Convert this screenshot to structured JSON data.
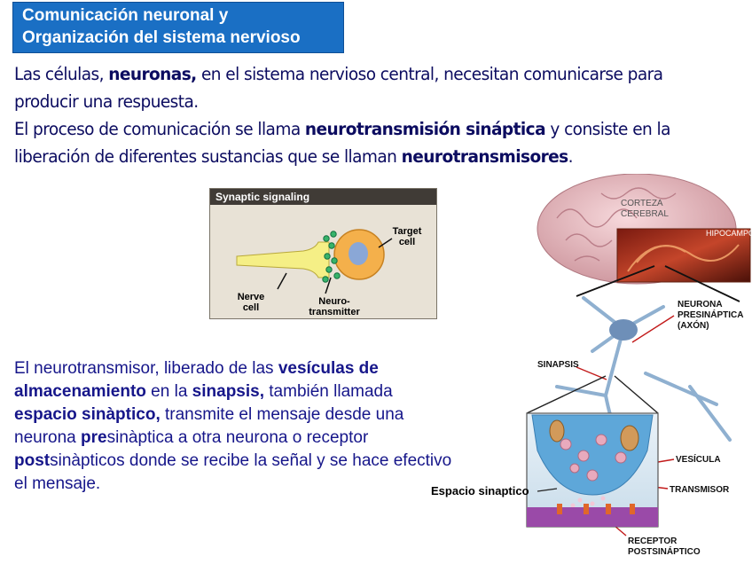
{
  "title": {
    "line1": "Comunicación neuronal y",
    "line2": "Organización del  sistema nervioso"
  },
  "intro": {
    "p1": [
      {
        "t": "Las células, ",
        "b": false
      },
      {
        "t": "neuronas,",
        "b": true
      },
      {
        "t": " en el sistema nervioso central, necesitan comunicarse para producir una respuesta.",
        "b": false
      }
    ],
    "p2": [
      {
        "t": "El proceso de comunicación se llama  ",
        "b": false
      },
      {
        "t": "neurotransmisión sináptica",
        "b": true
      },
      {
        "t": " y consiste en la liberación de diferentes sustancias que se llaman ",
        "b": false
      },
      {
        "t": "neurotransmisores",
        "b": true
      },
      {
        "t": ".",
        "b": false
      }
    ]
  },
  "para2": [
    {
      "t": "El neurotransmisor, liberado de las ",
      "b": false
    },
    {
      "t": "vesículas de almacenamiento",
      "b": true
    },
    {
      "t": " en la ",
      "b": false
    },
    {
      "t": "sinapsis,",
      "b": true
    },
    {
      "t": " también llamada ",
      "b": false
    },
    {
      "t": "espacio sinàptico,",
      "b": true
    },
    {
      "t": " transmite el mensaje desde una neurona ",
      "b": false
    },
    {
      "t": "pre",
      "b": true
    },
    {
      "t": "sinàptica a otra neurona o receptor ",
      "b": false
    },
    {
      "t": "post",
      "b": true
    },
    {
      "t": "sinàpticos  donde se recibe la señal y se hace efectivo el mensaje.",
      "b": false
    }
  ],
  "synaptic_card": {
    "header": "Synaptic signaling",
    "target_line1": "Target",
    "target_line2": "cell",
    "nerve_line1": "Nerve",
    "nerve_line2": "cell",
    "neuro_line1": "Neuro-",
    "neuro_line2": "transmitter"
  },
  "brain_figure": {
    "corteza_line1": "CORTEZA",
    "corteza_line2": "CEREBRAL",
    "hipocampo": "HIPOCAMPO",
    "neurona_line1": "NEURONA",
    "neurona_line2": "PRESINÁPTICA",
    "neurona_line3": "(AXÓN)",
    "sinapsis": "SINAPSIS",
    "vesicula": "VESÍCULA",
    "transmisor": "TRANSMISOR",
    "receptor_line1": "RECEPTOR",
    "receptor_line2": "POSTSINÁPTICO",
    "espacio": "Espacio sinaptico"
  },
  "colors": {
    "title_bg": "#1a6fc4",
    "body_text": "#0c0c60",
    "para_text": "#16168a"
  }
}
